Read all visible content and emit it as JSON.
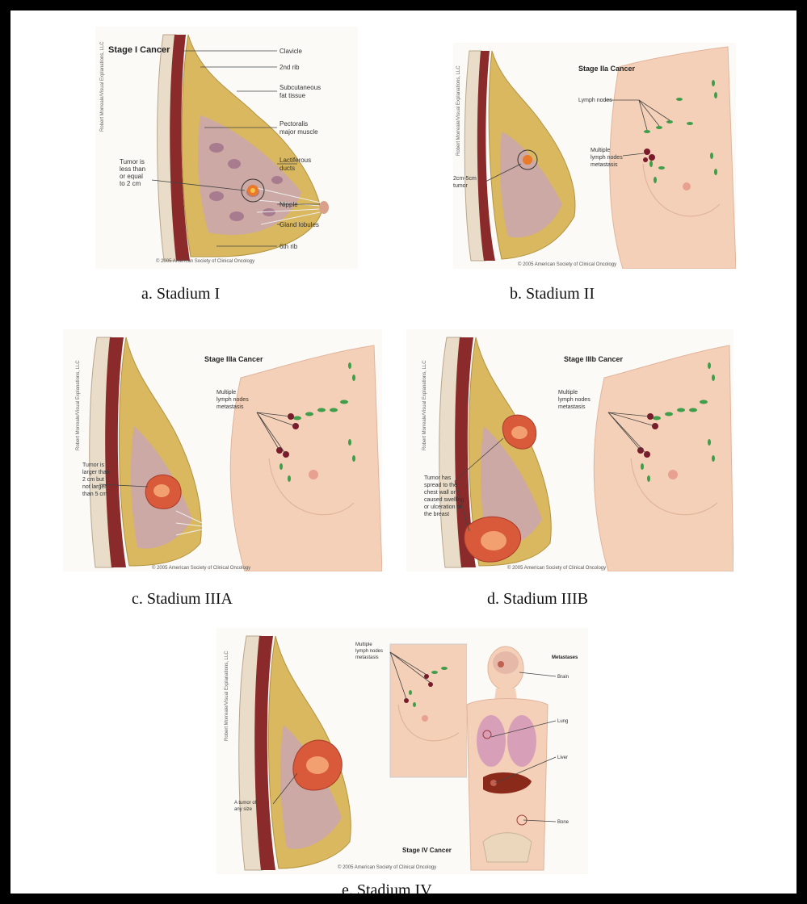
{
  "captions": {
    "a": "a. Stadium I",
    "b": "b. Stadium II",
    "c": "c. Stadium IIIA",
    "d": "d. Stadium IIIB",
    "e": "e. Stadium IV"
  },
  "panel_a": {
    "title": "Stage I Cancer",
    "vertical_credit": "Robert Morreale/Visual Explanations, LLC",
    "labels": {
      "clavicle": "Clavicle",
      "rib2": "2nd rib",
      "subq_1": "Subcutaneous",
      "subq_2": "fat tissue",
      "pect_1": "Pectoralis",
      "pect_2": "major muscle",
      "lact_1": "Lactiferous",
      "lact_2": "ducts",
      "nipple": "Nipple",
      "gland": "Gland lobules",
      "rib6": "6th rib",
      "tumor_1": "Tumor is",
      "tumor_2": "less than",
      "tumor_3": "or equal",
      "tumor_4": "to 2 cm"
    },
    "credit": "© 2005 American Society of Clinical Oncology"
  },
  "panel_b": {
    "title": "Stage IIa Cancer",
    "vertical_credit": "Robert Morreale/Visual Explanations, LLC",
    "labels": {
      "lymph": "Lymph nodes",
      "multi_1": "Multiple",
      "multi_2": "lymph nodes",
      "multi_3": "metastasis",
      "tumor_1": "2cm-5cm",
      "tumor_2": "tumor"
    },
    "credit": "© 2005 American Society of Clinical Oncology"
  },
  "panel_c": {
    "title": "Stage IIIa Cancer",
    "vertical_credit": "Robert Morreale/Visual Explanations, LLC",
    "labels": {
      "multi_1": "Multiple",
      "multi_2": "lymph nodes",
      "multi_3": "metastasis",
      "tumor_1": "Tumor is",
      "tumor_2": "larger than",
      "tumor_3": "2 cm but",
      "tumor_4": "not larger",
      "tumor_5": "than 5 cm"
    },
    "credit": "© 2005 American Society of Clinical Oncology"
  },
  "panel_d": {
    "title": "Stage IIIb Cancer",
    "vertical_credit": "Robert Morreale/Visual Explanations, LLC",
    "labels": {
      "multi_1": "Multiple",
      "multi_2": "lymph nodes",
      "multi_3": "metastasis",
      "tumor_1": "Tumor has",
      "tumor_2": "spread to the",
      "tumor_3": "chest wall or",
      "tumor_4": "caused swelling",
      "tumor_5": "or ulceration of",
      "tumor_6": "the breast"
    },
    "credit": "© 2005 American Society of Clinical Oncology"
  },
  "panel_e": {
    "title": "Stage IV Cancer",
    "vertical_credit": "Robert Morreale/Visual Explanations, LLC",
    "labels": {
      "multi_1": "Multiple",
      "multi_2": "lymph nodes",
      "multi_3": "metastasis",
      "metastases": "Metastases",
      "brain": "Brain",
      "lung": "Lung",
      "liver": "Liver",
      "bone": "Bone",
      "tumor_1": "A tumor of",
      "tumor_2": "any size"
    },
    "credit": "© 2005 American Society of Clinical Oncology"
  },
  "colors": {
    "skin": "#f5d0b8",
    "fat": "#d9b860",
    "muscle": "#8a2a2a",
    "lobule": "#b88a9a",
    "lymph_node": "#3f9e4a",
    "tumor": "#d85a3a"
  }
}
